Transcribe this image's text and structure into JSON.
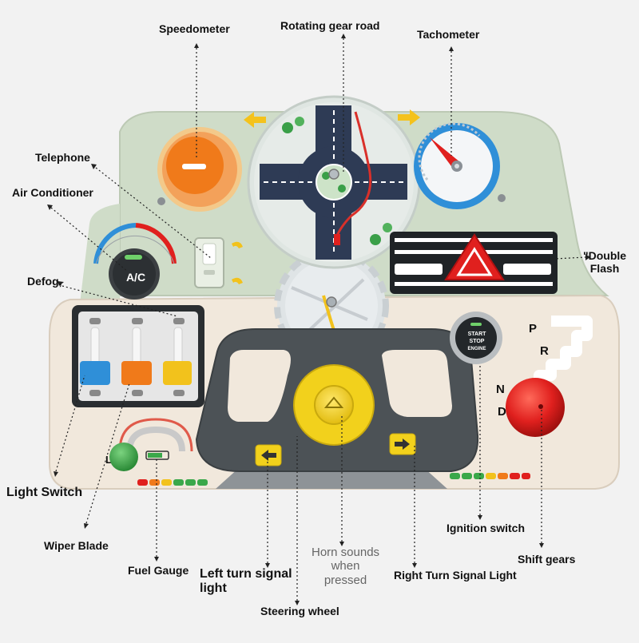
{
  "callouts": {
    "speedometer": "Speedometer",
    "rotating_gear_road": "Rotating gear road",
    "tachometer": "Tachometer",
    "telephone": "Telephone",
    "air_conditioner": "Air Conditioner",
    "double_flash_line1": "\"Double",
    "double_flash_line2": "Flash",
    "defog": "Defog,",
    "light_switch": "Light Switch",
    "wiper_blade": "Wiper Blade",
    "fuel_gauge": "Fuel Gauge",
    "left_turn_line1": "Left turn signal",
    "left_turn_line2": "light",
    "horn_line1": "Horn sounds",
    "horn_line2": "when",
    "horn_line3": "pressed",
    "right_turn": "Right Turn Signal Light",
    "ignition_switch": "Ignition switch",
    "shift_gears": "Shift gears",
    "steering_wheel": "Steering wheel"
  },
  "board_labels": {
    "ac": "A/C",
    "start_line1": "START",
    "start_line2": "STOP",
    "start_line3": "ENGINE",
    "gear_p": "P",
    "gear_r": "R",
    "gear_n": "N",
    "gear_d": "D",
    "fuel_letter": "L"
  },
  "colors": {
    "board_green": "#cfdcc8",
    "board_cream": "#f1e8dc",
    "wheel_gray": "#4c5256",
    "orange": "#f07a1a",
    "blue": "#2f8fd8",
    "yellow": "#f2d11c",
    "red": "#e0201e",
    "green_knob": "#3aa84a"
  }
}
